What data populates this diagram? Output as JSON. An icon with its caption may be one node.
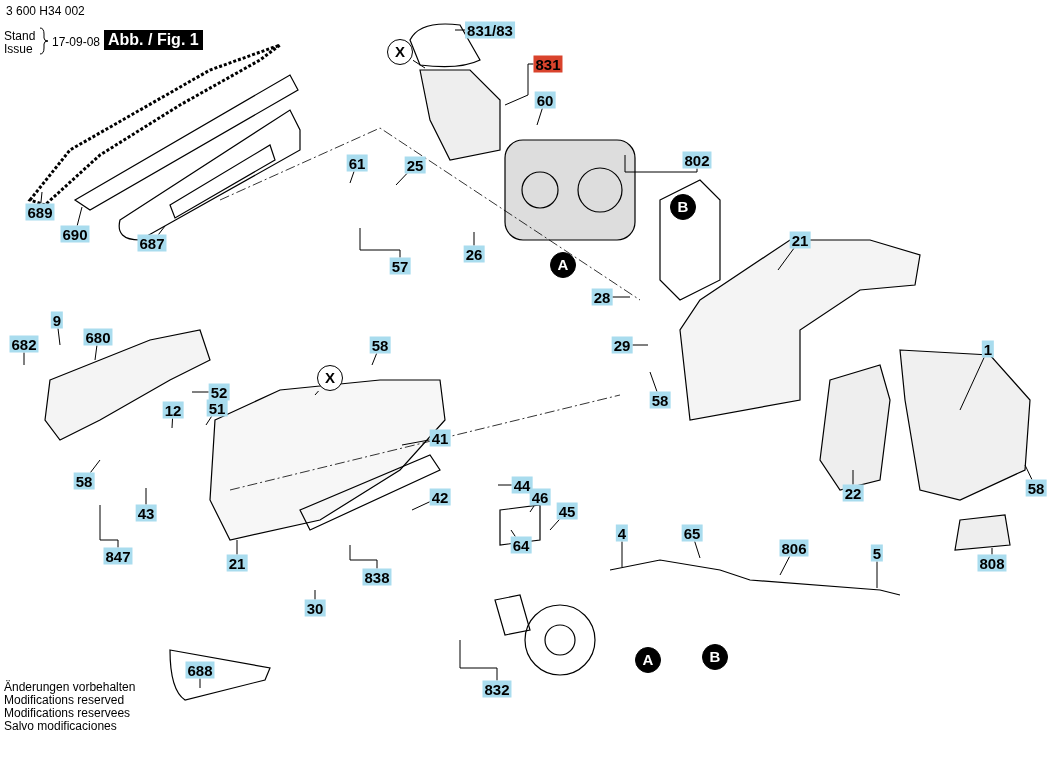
{
  "diagram": {
    "nodes": [
      {
        "text": [
          "689"
        ]
      },
      {
        "text": [
          "690"
        ]
      },
      {
        "text": [
          "687"
        ]
      },
      {
        "text": [
          "831/83"
        ]
      },
      {
        "text": [
          "831"
        ]
      },
      {
        "text": [
          "X"
        ]
      },
      {
        "text": [
          "60"
        ]
      },
      {
        "text": [
          "802"
        ]
      },
      {
        "text": [
          "61"
        ]
      },
      {
        "text": [
          "25"
        ]
      },
      {
        "text": [
          "B"
        ]
      },
      {
        "text": [
          "26"
        ]
      },
      {
        "text": [
          "57"
        ]
      },
      {
        "text": [
          "A"
        ]
      },
      {
        "text": [
          "21"
        ]
      },
      {
        "text": [
          "28"
        ]
      },
      {
        "text": [
          "9"
        ]
      },
      {
        "text": [
          "680"
        ]
      },
      {
        "text": [
          "682"
        ]
      },
      {
        "text": [
          "58"
        ]
      },
      {
        "text": [
          "29"
        ]
      },
      {
        "text": [
          "1"
        ]
      },
      {
        "text": [
          "X"
        ]
      },
      {
        "text": [
          "52"
        ]
      },
      {
        "text": [
          "51"
        ]
      },
      {
        "text": [
          "12"
        ]
      },
      {
        "text": [
          "58"
        ]
      },
      {
        "text": [
          "41"
        ]
      },
      {
        "text": [
          "58"
        ]
      },
      {
        "text": [
          "44"
        ]
      },
      {
        "text": [
          "46"
        ]
      },
      {
        "text": [
          "42"
        ]
      },
      {
        "text": [
          "45"
        ]
      },
      {
        "text": [
          "43"
        ]
      },
      {
        "text": [
          "22"
        ]
      },
      {
        "text": [
          "58"
        ]
      },
      {
        "text": [
          "64"
        ]
      },
      {
        "text": [
          "4"
        ]
      },
      {
        "text": [
          "65"
        ]
      },
      {
        "text": [
          "806"
        ]
      },
      {
        "text": [
          "5"
        ]
      },
      {
        "text": [
          "847"
        ]
      },
      {
        "text": [
          "21"
        ]
      },
      {
        "text": [
          "838"
        ]
      },
      {
        "text": [
          "808"
        ]
      },
      {
        "text": [
          "30"
        ]
      },
      {
        "text": [
          "A"
        ]
      },
      {
        "text": [
          "B"
        ]
      },
      {
        "text": [
          "688"
        ]
      },
      {
        "text": [
          "832"
        ]
      }
    ],
    "edges": [
      {
        "from": 0,
        "to": null,
        "arrow": "none"
      },
      {
        "from": 1,
        "to": null,
        "arrow": "none"
      },
      {
        "from": 2,
        "to": null,
        "arrow": "none"
      },
      {
        "from": 3,
        "to": null,
        "arrow": "none"
      },
      {
        "from": 4,
        "to": null,
        "arrow": "none"
      },
      {
        "from": 5,
        "to": null,
        "arrow": "none"
      },
      {
        "from": 6,
        "to": null,
        "arrow": "none"
      },
      {
        "from": 7,
        "to": null,
        "arrow": "none"
      },
      {
        "from": 8,
        "to": null,
        "arrow": "none"
      },
      {
        "from": 9,
        "to": null,
        "arrow": "none"
      },
      {
        "from": 11,
        "to": null,
        "arrow": "none"
      },
      {
        "from": 12,
        "to": null,
        "arrow": "none"
      },
      {
        "from": 14,
        "to": null,
        "arrow": "none"
      },
      {
        "from": 15,
        "to": null,
        "arrow": "none"
      },
      {
        "from": 16,
        "to": null,
        "arrow": "none"
      },
      {
        "from": 17,
        "to": null,
        "arrow": "none"
      },
      {
        "from": 18,
        "to": null,
        "arrow": "none"
      },
      {
        "from": 19,
        "to": null,
        "arrow": "none"
      },
      {
        "from": 20,
        "to": null,
        "arrow": "none"
      },
      {
        "from": 21,
        "to": null,
        "arrow": "none"
      },
      {
        "from": 22,
        "to": null,
        "arrow": "none"
      },
      {
        "from": 23,
        "to": null,
        "arrow": "none"
      },
      {
        "from": 24,
        "to": null,
        "arrow": "none"
      },
      {
        "from": 25,
        "to": null,
        "arrow": "none"
      },
      {
        "from": 26,
        "to": null,
        "arrow": "none"
      },
      {
        "from": 27,
        "to": null,
        "arrow": "none"
      },
      {
        "from": 28,
        "to": null,
        "arrow": "none"
      },
      {
        "from": 29,
        "to": null,
        "arrow": "none"
      },
      {
        "from": 30,
        "to": null,
        "arrow": "none"
      },
      {
        "from": 31,
        "to": null,
        "arrow": "none"
      },
      {
        "from": 32,
        "to": null,
        "arrow": "none"
      },
      {
        "from": 33,
        "to": null,
        "arrow": "none"
      },
      {
        "from": 34,
        "to": null,
        "arrow": "none"
      },
      {
        "from": 35,
        "to": null,
        "arrow": "none"
      },
      {
        "from": 36,
        "to": null,
        "arrow": "none"
      },
      {
        "from": 37,
        "to": null,
        "arrow": "none"
      },
      {
        "from": 38,
        "to": null,
        "arrow": "none"
      },
      {
        "from": 39,
        "to": null,
        "arrow": "none"
      },
      {
        "from": 40,
        "to": null,
        "arrow": "none"
      },
      {
        "from": 41,
        "to": null,
        "arrow": "none"
      },
      {
        "from": 42,
        "to": null,
        "arrow": "none"
      },
      {
        "from": 43,
        "to": null,
        "arrow": "none"
      },
      {
        "from": 44,
        "to": null,
        "arrow": "none"
      },
      {
        "from": 45,
        "to": null,
        "arrow": "none"
      },
      {
        "from": 48,
        "to": null,
        "arrow": "none"
      },
      {
        "from": 49,
        "to": null,
        "arrow": "none"
      }
    ],
    "labels": [
      "3 600 H34 002",
      "Stand",
      "Issue",
      "17-09-08",
      "Abb. / Fig. 1",
      "Änderungen vorbehalten",
      "Modifications reserved",
      "Modifications reservees",
      "Salvo modificaciones"
    ]
  }
}
